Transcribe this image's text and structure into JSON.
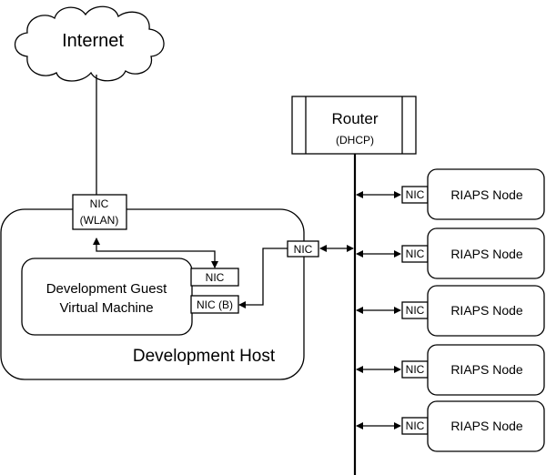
{
  "internet": {
    "label": "Internet"
  },
  "router": {
    "label": "Router",
    "sub": "(DHCP)"
  },
  "host": {
    "label": "Development Host",
    "nic_wlan": {
      "line1": "NIC",
      "line2": "(WLAN)"
    },
    "nic": "NIC"
  },
  "guest": {
    "line1": "Development Guest",
    "line2": "Virtual Machine",
    "nic_top": "NIC",
    "nic_bottom": "NIC (B)"
  },
  "nodes": [
    {
      "label": "RIAPS Node",
      "nic": "NIC"
    },
    {
      "label": "RIAPS Node",
      "nic": "NIC"
    },
    {
      "label": "RIAPS Node",
      "nic": "NIC"
    },
    {
      "label": "RIAPS Node",
      "nic": "NIC"
    },
    {
      "label": "RIAPS Node",
      "nic": "NIC"
    }
  ]
}
